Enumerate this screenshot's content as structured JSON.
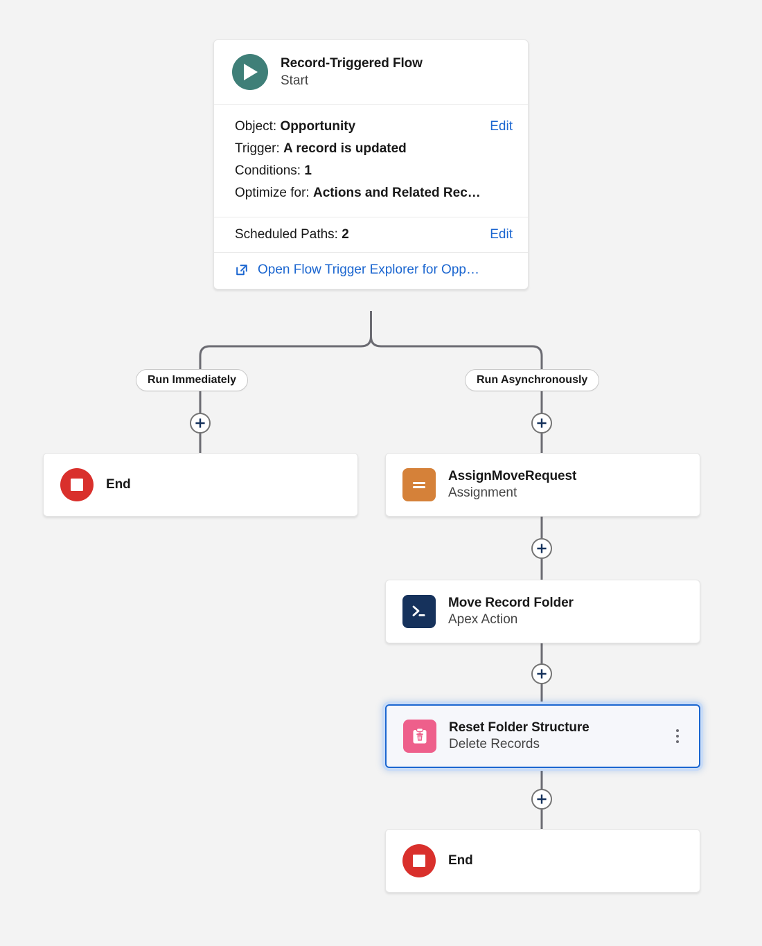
{
  "canvas": {
    "background_color": "#f3f3f3"
  },
  "start_node": {
    "icon": "play-circle-icon",
    "icon_color": "#3f7f78",
    "title": "Record-Triggered Flow",
    "subtitle": "Start",
    "details": [
      {
        "label": "Object:",
        "value": "Opportunity",
        "action": "Edit"
      },
      {
        "label": "Trigger:",
        "value": "A record is updated",
        "action": ""
      },
      {
        "label": "Conditions:",
        "value": "1",
        "action": ""
      },
      {
        "label": "Optimize for:",
        "value": "Actions and Related Rec…",
        "action": ""
      }
    ],
    "scheduled_paths": {
      "label": "Scheduled Paths:",
      "value": "2",
      "action": "Edit"
    },
    "trigger_explorer_link": {
      "icon": "external-link-icon",
      "label": "Open Flow Trigger Explorer for Opp…"
    }
  },
  "branches": [
    {
      "label": "Run Immediately"
    },
    {
      "label": "Run Asynchronously"
    }
  ],
  "connector_buttons": [
    {
      "name": "add-element-run-immediately",
      "icon": "plus-icon"
    },
    {
      "name": "add-element-run-asynchronously",
      "icon": "plus-icon"
    },
    {
      "name": "add-element-after-assignment",
      "icon": "plus-icon"
    },
    {
      "name": "add-element-after-apex-action",
      "icon": "plus-icon"
    },
    {
      "name": "add-element-after-delete-records",
      "icon": "plus-icon"
    }
  ],
  "nodes": [
    {
      "id": "end-left",
      "title": "End",
      "subtitle": "",
      "icon": "end-stop-icon",
      "icon_color": "#d9302c",
      "selected": false,
      "has_menu": false
    },
    {
      "id": "assign",
      "title": "AssignMoveRequest",
      "subtitle": "Assignment",
      "icon": "assignment-icon",
      "icon_color": "#d58139",
      "selected": false,
      "has_menu": false
    },
    {
      "id": "apex",
      "title": "Move Record Folder",
      "subtitle": "Apex Action",
      "icon": "apex-terminal-icon",
      "icon_color": "#16325c",
      "selected": false,
      "has_menu": false
    },
    {
      "id": "delete",
      "title": "Reset Folder Structure",
      "subtitle": "Delete Records",
      "icon": "delete-records-icon",
      "icon_color": "#ee5f8b",
      "selected": true,
      "has_menu": true,
      "menu_icon": "kebab-menu-icon"
    },
    {
      "id": "end-bottom",
      "title": "End",
      "subtitle": "",
      "icon": "end-stop-icon",
      "icon_color": "#d9302c",
      "selected": false,
      "has_menu": false
    }
  ],
  "colors": {
    "link": "#1b66d0",
    "connector_line": "#6b6b72",
    "selected_border": "#1b66d0"
  }
}
